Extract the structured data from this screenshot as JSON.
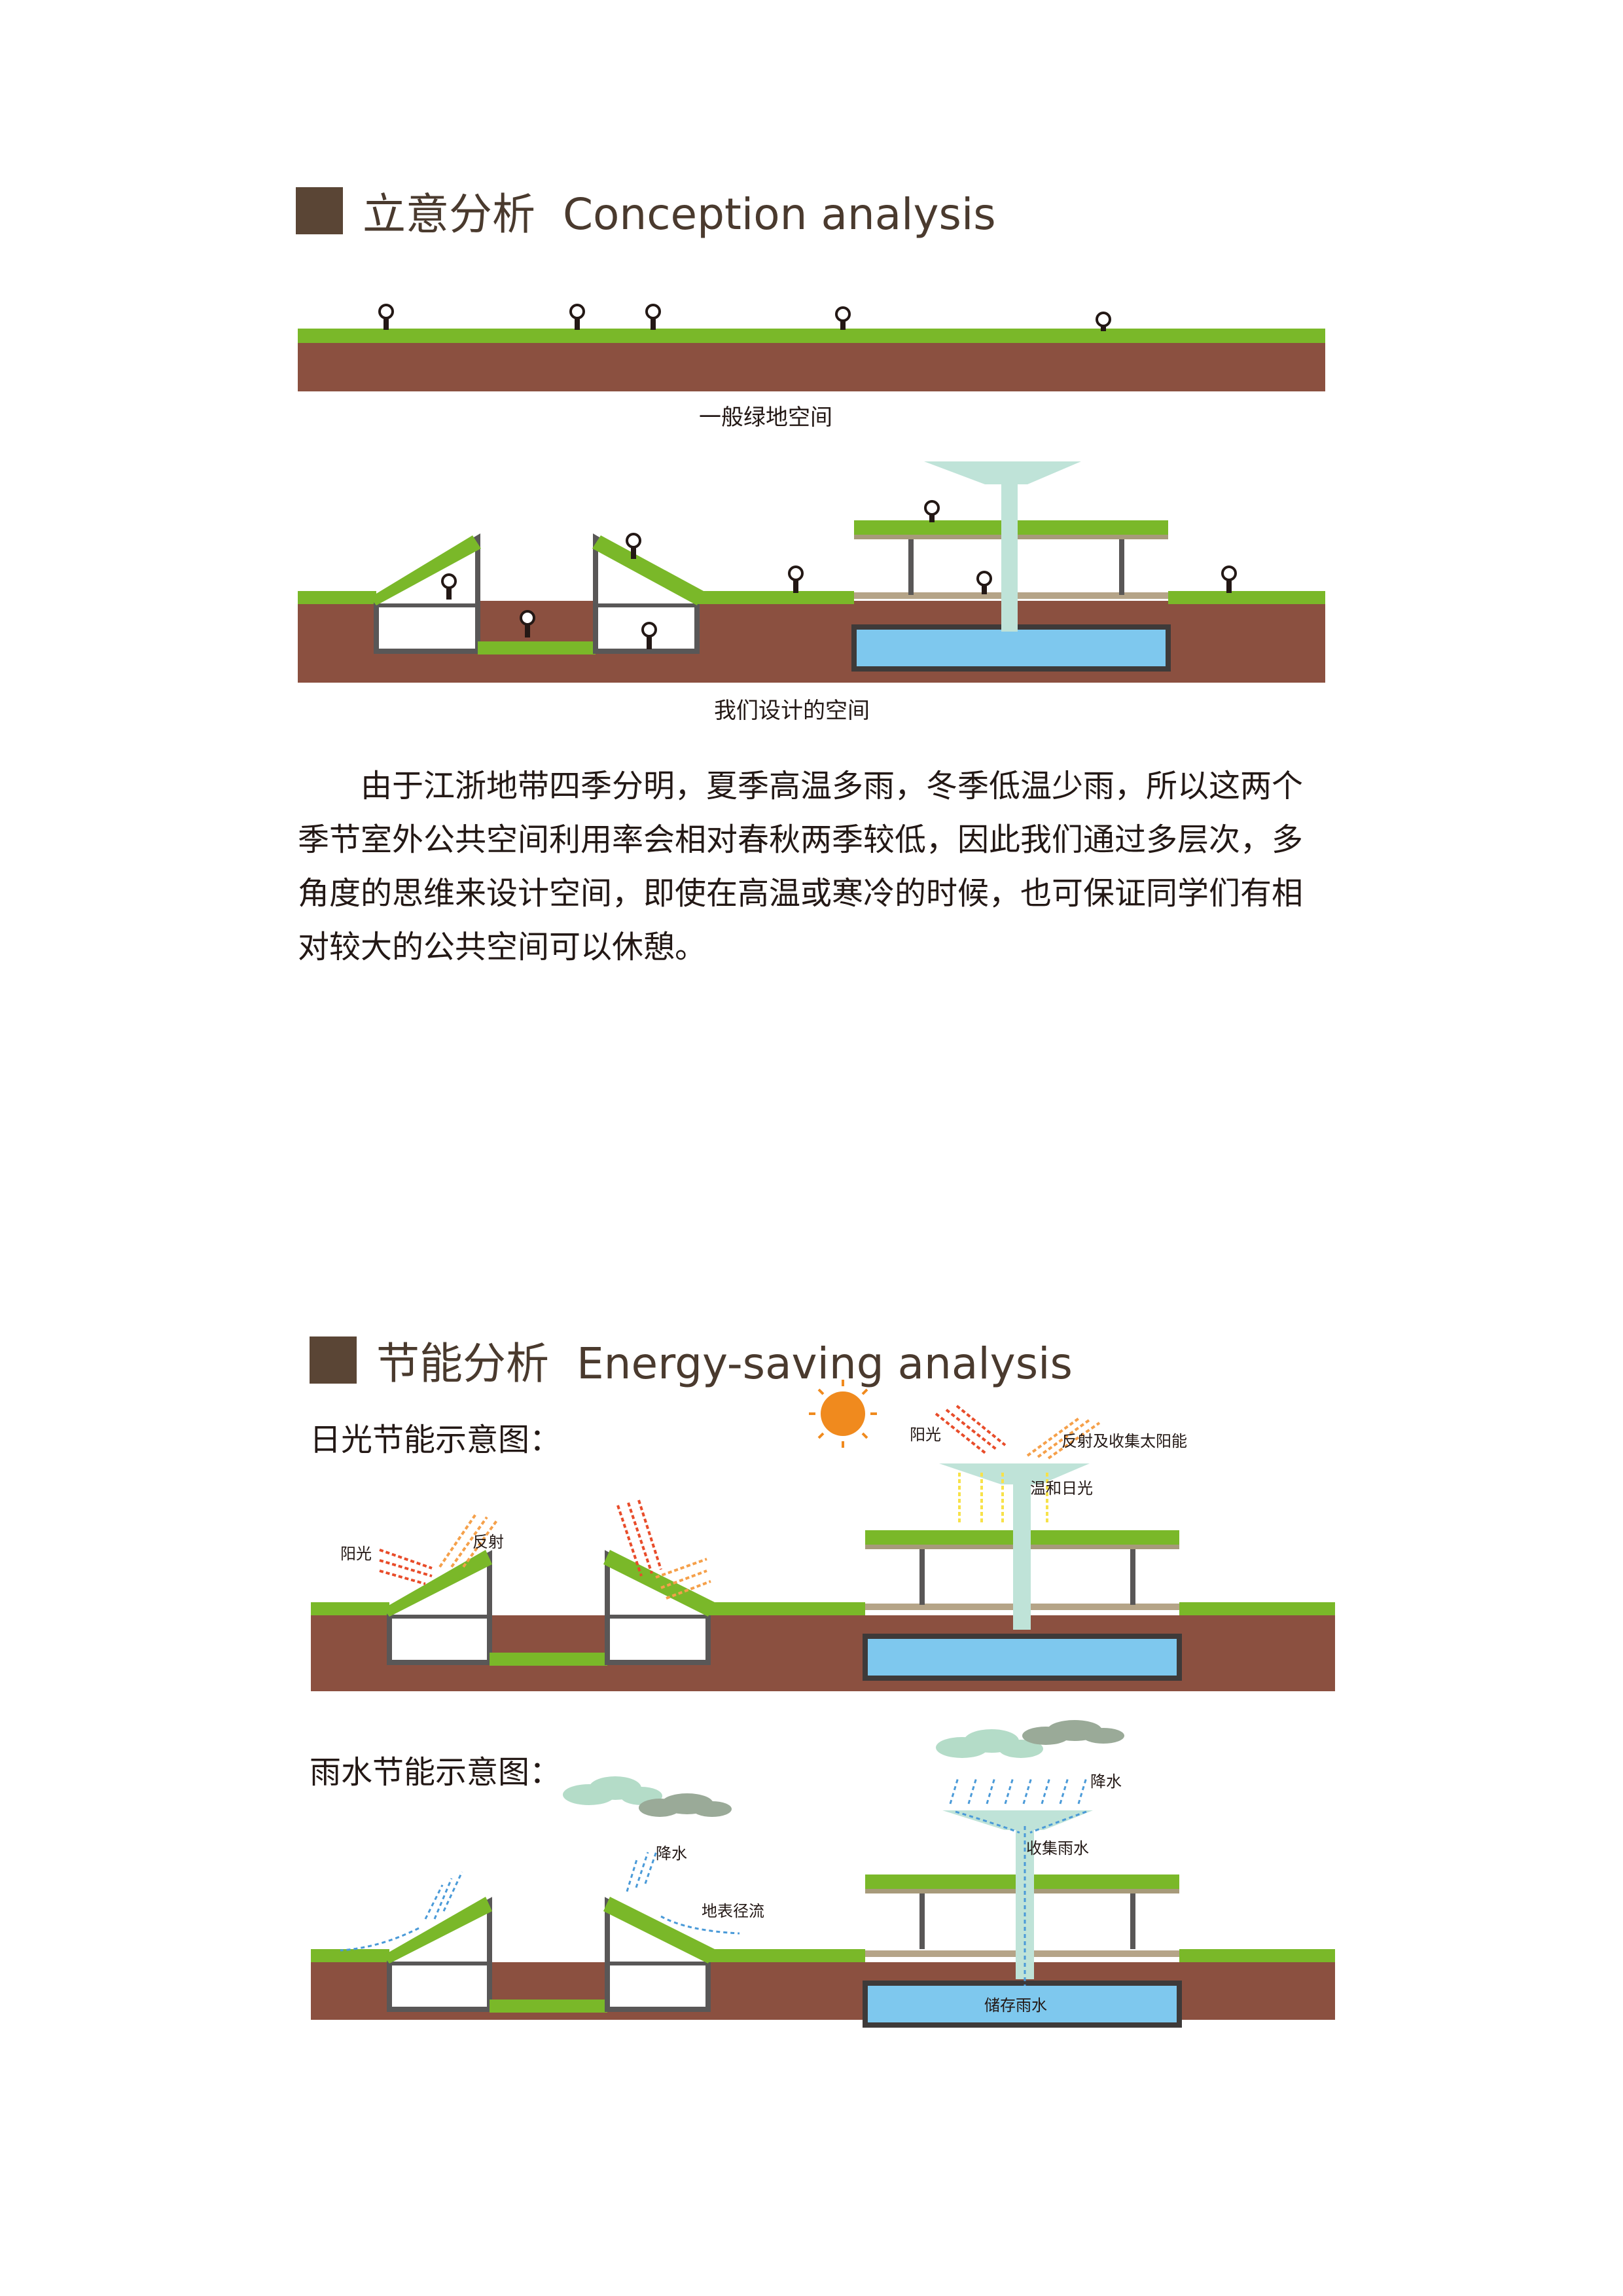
{
  "section1": {
    "title": "立意分析  Conception analysis",
    "caption_general": "一般绿地空间",
    "caption_ours": "我们设计的空间",
    "paragraph": "由于江浙地带四季分明，夏季高温多雨，冬季低温少雨，所以这两个季节室外公共空间利用率会相对春秋两季较低，因此我们通过多层次，多角度的思维来设计空间，即使在高温或寒冷的时候，也可保证同学们有相对较大的公共空间可以休憩。"
  },
  "section2": {
    "title": "节能分析  Energy-saving analysis",
    "sun_heading": "日光节能示意图：",
    "rain_heading": "雨水节能示意图：",
    "sun_labels": {
      "sunlight_left": "阳光",
      "reflect": "反射",
      "sunlight_right": "阳光",
      "reflect_collect": "反射及收集太阳能",
      "mild_sunlight": "温和日光"
    },
    "rain_labels": {
      "rainfall_left": "降水",
      "runoff": "地表径流",
      "rainfall_right": "降水",
      "collect": "收集雨水",
      "store": "储存雨水"
    }
  },
  "colors": {
    "grass": "#7ab829",
    "soil": "#8b5040",
    "water": "#7ec8ee",
    "funnel": "#bfe3d8",
    "frame": "#595757",
    "title_square": "#5a4535",
    "sun": "#f08a1e",
    "cloud_light": "#b4dcc8",
    "cloud_dark": "#9aaa98",
    "rain": "#4a9ad8",
    "sun_ray_red": "#e84c2a",
    "sun_ray_orange": "#f5a04a",
    "sun_ray_yellow": "#f7e24a"
  }
}
